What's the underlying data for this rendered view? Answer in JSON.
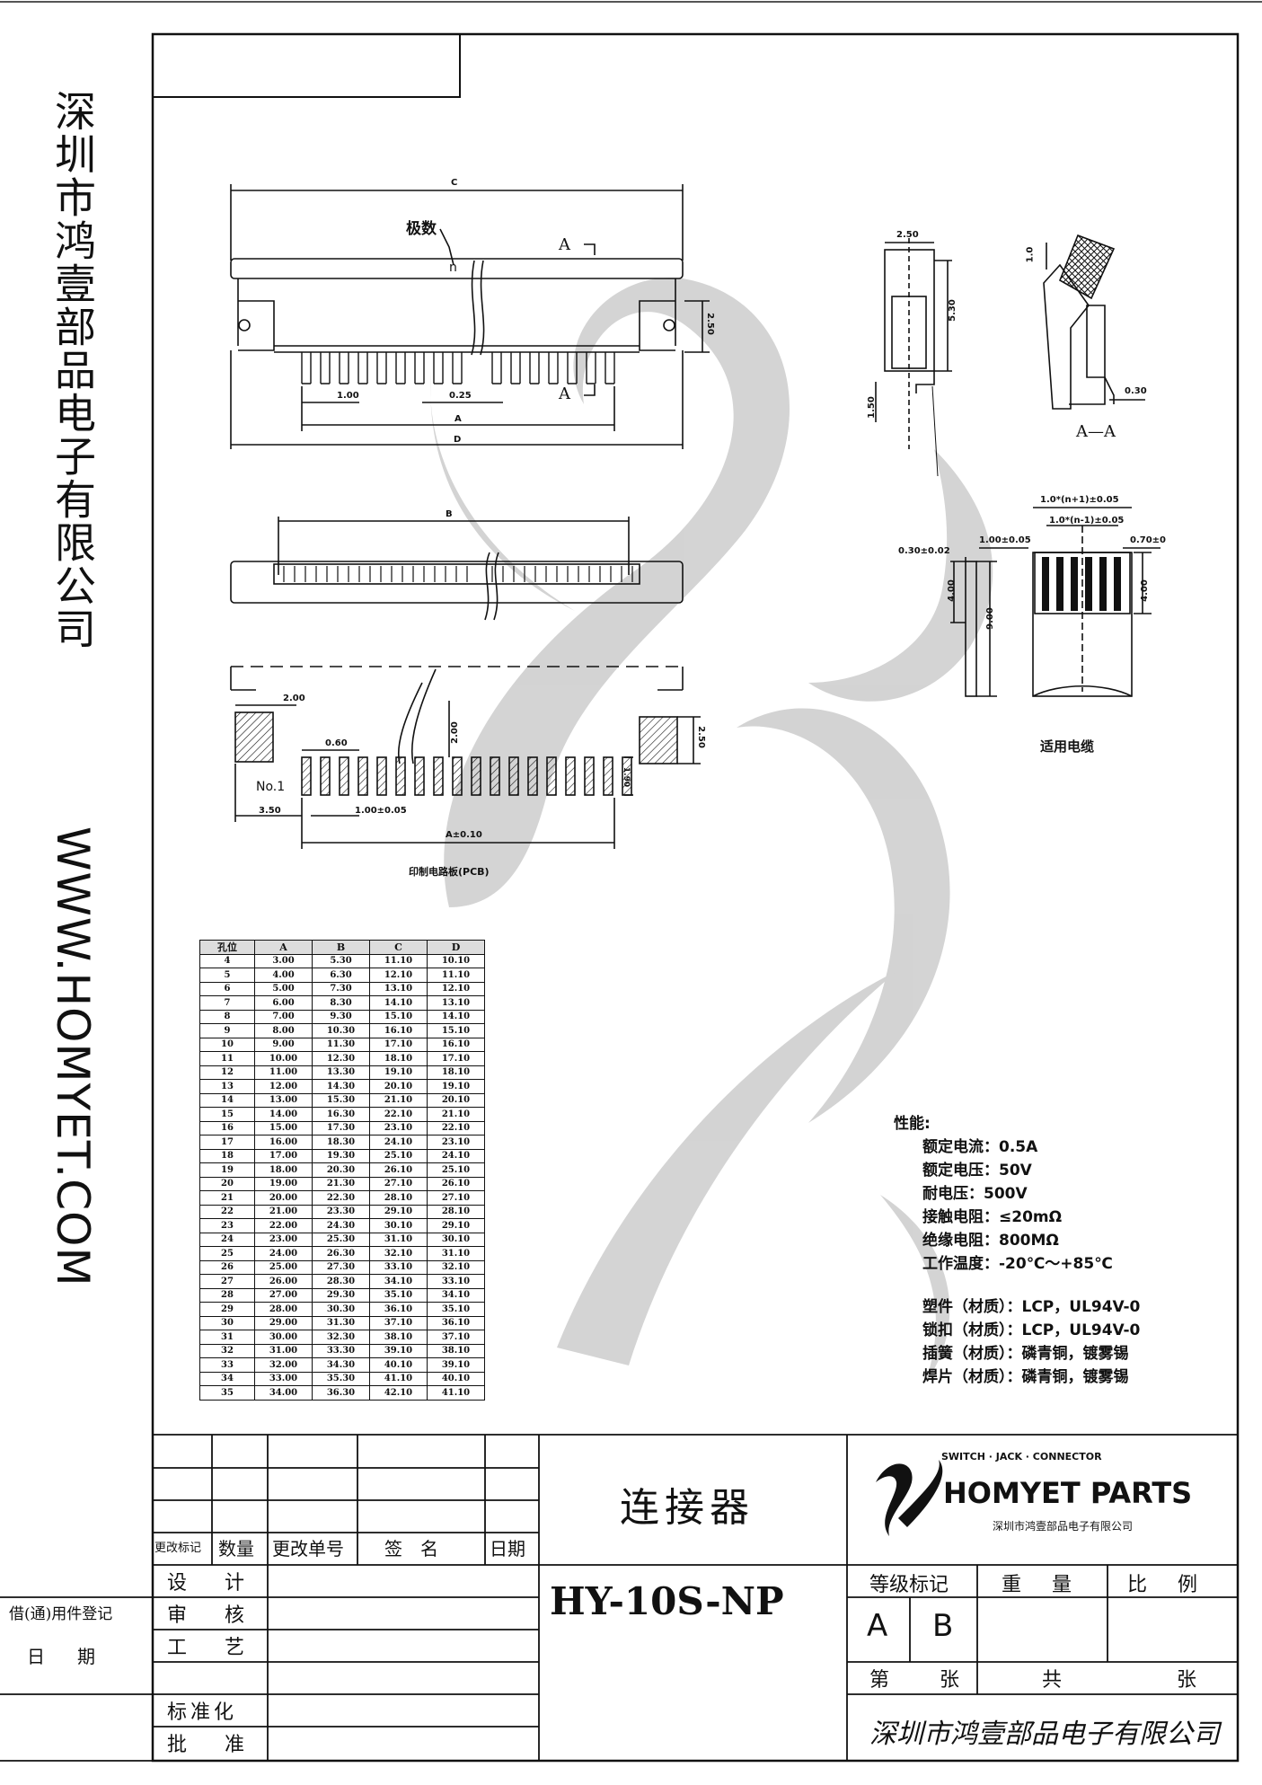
{
  "company": {
    "vertical_name": "深圳市鸿壹部品电子有限公司",
    "vertical_url": "WWW.HOMYET.COM"
  },
  "drawing": {
    "labels": {
      "poles": "极数",
      "n": "n",
      "section_a": "A",
      "section_aa": "A—A",
      "pcb": "印制电路板(PCB)",
      "cable": "适用电缆",
      "no1": "No.1"
    },
    "dims": {
      "c": "C",
      "d": "D",
      "a": "A",
      "b": "B",
      "p100": "1.00",
      "p025": "0.25",
      "p250": "2.50",
      "p530": "5.30",
      "p150": "1.50",
      "p10": "1.0",
      "p030": "0.30",
      "p200": "2.00",
      "p060": "0.60",
      "p350": "3.50",
      "p100tol": "1.00±0.05",
      "p190": "1.90",
      "atol": "A±0.10",
      "cable_w1": "1.0*(n+1)±0.05",
      "cable_w2": "1.0*(n-1)±0.05",
      "cable_pitch": "1.00±0.05",
      "cable_end": "0.70±0",
      "cable_thk": "0.30±0.02",
      "p400": "4.00",
      "p900": "9.00"
    }
  },
  "dim_table": {
    "headers": [
      "孔位",
      "A",
      "B",
      "C",
      "D"
    ],
    "rows": [
      [
        "4",
        "3.00",
        "5.30",
        "11.10",
        "10.10"
      ],
      [
        "5",
        "4.00",
        "6.30",
        "12.10",
        "11.10"
      ],
      [
        "6",
        "5.00",
        "7.30",
        "13.10",
        "12.10"
      ],
      [
        "7",
        "6.00",
        "8.30",
        "14.10",
        "13.10"
      ],
      [
        "8",
        "7.00",
        "9.30",
        "15.10",
        "14.10"
      ],
      [
        "9",
        "8.00",
        "10.30",
        "16.10",
        "15.10"
      ],
      [
        "10",
        "9.00",
        "11.30",
        "17.10",
        "16.10"
      ],
      [
        "11",
        "10.00",
        "12.30",
        "18.10",
        "17.10"
      ],
      [
        "12",
        "11.00",
        "13.30",
        "19.10",
        "18.10"
      ],
      [
        "13",
        "12.00",
        "14.30",
        "20.10",
        "19.10"
      ],
      [
        "14",
        "13.00",
        "15.30",
        "21.10",
        "20.10"
      ],
      [
        "15",
        "14.00",
        "16.30",
        "22.10",
        "21.10"
      ],
      [
        "16",
        "15.00",
        "17.30",
        "23.10",
        "22.10"
      ],
      [
        "17",
        "16.00",
        "18.30",
        "24.10",
        "23.10"
      ],
      [
        "18",
        "17.00",
        "19.30",
        "25.10",
        "24.10"
      ],
      [
        "19",
        "18.00",
        "20.30",
        "26.10",
        "25.10"
      ],
      [
        "20",
        "19.00",
        "21.30",
        "27.10",
        "26.10"
      ],
      [
        "21",
        "20.00",
        "22.30",
        "28.10",
        "27.10"
      ],
      [
        "22",
        "21.00",
        "23.30",
        "29.10",
        "28.10"
      ],
      [
        "23",
        "22.00",
        "24.30",
        "30.10",
        "29.10"
      ],
      [
        "24",
        "23.00",
        "25.30",
        "31.10",
        "30.10"
      ],
      [
        "25",
        "24.00",
        "26.30",
        "32.10",
        "31.10"
      ],
      [
        "26",
        "25.00",
        "27.30",
        "33.10",
        "32.10"
      ],
      [
        "27",
        "26.00",
        "28.30",
        "34.10",
        "33.10"
      ],
      [
        "28",
        "27.00",
        "29.30",
        "35.10",
        "34.10"
      ],
      [
        "29",
        "28.00",
        "30.30",
        "36.10",
        "35.10"
      ],
      [
        "30",
        "29.00",
        "31.30",
        "37.10",
        "36.10"
      ],
      [
        "31",
        "30.00",
        "32.30",
        "38.10",
        "37.10"
      ],
      [
        "32",
        "31.00",
        "33.30",
        "39.10",
        "38.10"
      ],
      [
        "33",
        "32.00",
        "34.30",
        "40.10",
        "39.10"
      ],
      [
        "34",
        "33.00",
        "35.30",
        "41.10",
        "40.10"
      ],
      [
        "35",
        "34.00",
        "36.30",
        "42.10",
        "41.10"
      ]
    ]
  },
  "specs": {
    "title": "性能:",
    "items": [
      "额定电流：0.5A",
      "额定电压：50V",
      "耐电压：500V",
      "接触电阻：≤20mΩ",
      "绝缘电阻：800MΩ",
      "工作温度：-20℃～+85℃"
    ],
    "materials": [
      "塑件（材质）：LCP，UL94V-0",
      "锁扣（材质）：LCP，UL94V-0",
      "插簧（材质）：磷青铜，镀雾锡",
      "焊片（材质）：磷青铜，镀雾锡"
    ]
  },
  "title_block": {
    "revision_headers": [
      "更改标记",
      "数量",
      "更改单号",
      "签　名",
      "日期"
    ],
    "roles": [
      "设　计",
      "审　核",
      "工　艺",
      "",
      "标准化",
      "批　准"
    ],
    "side_labels": [
      "借(通)用件登记",
      "日　期"
    ],
    "product_name": "连接器",
    "part_number": "HY-10S-NP",
    "logo_tagline": "SWITCH · JACK · CONNECTOR",
    "logo_brand": "HOMYET PARTS",
    "logo_company": "深圳市鸿壹部品电子有限公司",
    "grade_label": "等级标记",
    "weight_label": "重　量",
    "scale_label": "比　例",
    "grade_a": "A",
    "grade_b": "B",
    "sheet_label": "第　　张",
    "total_label": "共　　张",
    "signature": "深圳市鸿壹部品电子有限公司"
  }
}
